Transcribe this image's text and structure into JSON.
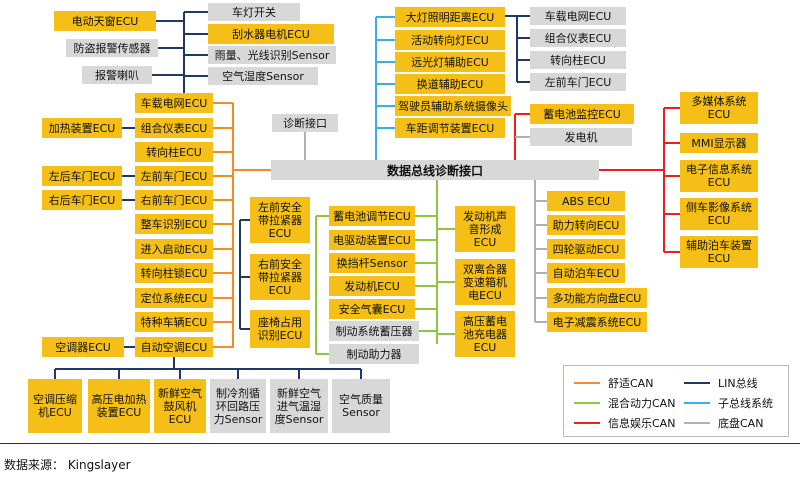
{
  "hub": "数据总线诊断接口",
  "diag_port": "诊断接口",
  "boxes": {
    "sunroof": "电动天窗ECU",
    "headlight_switch": "车灯开关",
    "wiper_motor": "刮水器电机ECU",
    "anti_theft": "防盗报警传感器",
    "rain_light": "雨量、光线识别Sensor",
    "alarm_horn": "报警喇叭",
    "air_humidity": "空气湿度Sensor",
    "heater": "加热装置ECU",
    "rear_left_door": "左后车门ECU",
    "rear_right_door": "右后车门ECU",
    "ac_ecu": "空调器ECU",
    "c_vehicle_net": "车载电网ECU",
    "c_cluster": "组合仪表ECU",
    "c_steering_col": "转向柱ECU",
    "c_front_left_door": "左前车门ECU",
    "c_front_right_door": "右前车门ECU",
    "c_vehicle_id": "整车识别ECU",
    "c_entry_start": "进入启动ECU",
    "c_steering_lock": "转向柱锁ECU",
    "c_positioning": "定位系统ECU",
    "c_special_vehicle": "特种车辆ECU",
    "c_auto_ac": "自动空调ECU",
    "ac_compressor": "空调压缩\n机ECU",
    "hv_heater": "高压电加热\n装置ECU",
    "fresh_air_fan": "新鲜空气\n鼓风机\nECU",
    "coolant_pump": "制冷剂循\n环回路压\n力Sensor",
    "fresh_air_sensor": "新鲜空气\n进气温湿\n度Sensor",
    "air_quality": "空气质量\nSensor",
    "h_high_beam": "大灯照明距离ECU",
    "h_swivel_light": "活动转向灯ECU",
    "h_high_beam_assist": "远光灯辅助ECU",
    "h_lane_change": "换道辅助ECU",
    "h_driver_camera": "驾驶员辅助系统摄像头",
    "h_distance": "车距调节装置ECU",
    "hs_vehicle_net": "车载电网ECU",
    "hs_cluster": "组合仪表ECU",
    "hs_steering_col": "转向柱ECU",
    "hs_front_left_door": "左前车门ECU",
    "battery_monitor": "蓄电池监控ECU",
    "generator": "发电机",
    "info_multimedia": "多媒体系统\nECU",
    "info_mmi": "MMI显示器",
    "info_electronic": "电子信息系统\nECU",
    "info_side_camera": "侧车影像系统\nECU",
    "info_parking": "辅助泊车装置\nECU",
    "front_left_belt": "左前安全\n带拉紧器\nECU",
    "front_right_belt": "右前安全\n带拉紧器\nECU",
    "seat_occupancy": "座椅占用\n识别ECU",
    "p_battery_reg": "蓄电池调节ECU",
    "p_motor_drive": "电驱动装置ECU",
    "p_shift_lever": "换挡杆Sensor",
    "p_engine": "发动机ECU",
    "p_airbag": "安全气囊ECU",
    "p_brake_booster": "制动系统蓄压器",
    "p_brake_assist": "制动助力器",
    "engine_sound": "发动机声\n音形成\nECU",
    "dual_clutch": "双离合器\n变速箱机\n电ECU",
    "hv_charger": "高压蓄电\n池充电器\nECU",
    "ch_abs": "ABS ECU",
    "ch_power_steering": "助力转向ECU",
    "ch_awd": "四轮驱动ECU",
    "ch_auto_parking": "自动泊车ECU",
    "ch_multi_steering": "多功能方向盘ECU",
    "ch_damping": "电子减震系统ECU"
  },
  "colors": {
    "comfort": "#f28c28",
    "hybrid": "#8dc63f",
    "infotainment": "#e8211b",
    "lin": "#1f3864",
    "sub_bus": "#3ab0e2",
    "chassis": "#b0b0b0",
    "node_fill": "#f5bf18",
    "hub_fill": "#d8d8d8"
  },
  "legend": [
    {
      "label": "舒适CAN",
      "color": "#f28c28"
    },
    {
      "label": "混合动力CAN",
      "color": "#8dc63f"
    },
    {
      "label": "信息娱乐CAN",
      "color": "#e8211b"
    },
    {
      "label": "LIN总线",
      "color": "#1f3864"
    },
    {
      "label": "子总线系统",
      "color": "#3ab0e2"
    },
    {
      "label": "底盘CAN",
      "color": "#b0b0b0"
    }
  ],
  "source": "数据来源：   Kingslayer"
}
